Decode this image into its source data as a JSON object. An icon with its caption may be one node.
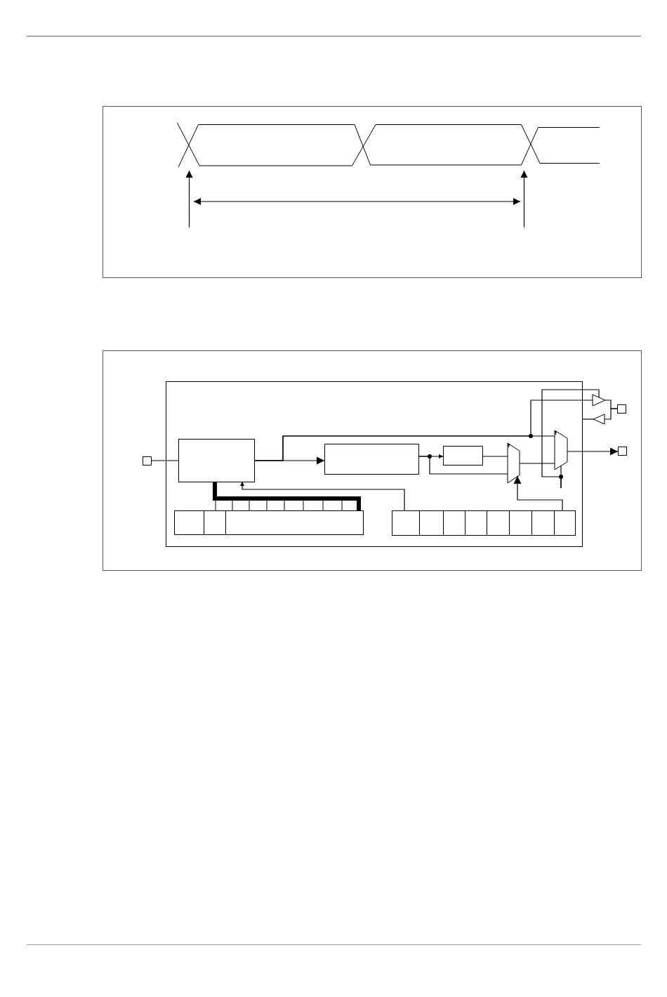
{
  "diagram": {
    "nodes": [
      {
        "text": [],
        "shape": "box"
      },
      {
        "text": [],
        "shape": "box"
      },
      {
        "text": [],
        "shape": "box",
        "in": 0
      },
      {
        "text": [],
        "shape": "box",
        "in": 0
      },
      {
        "text": [],
        "shape": "box",
        "in": 0
      },
      {
        "text": [],
        "shape": "trapezoid",
        "in": 0
      },
      {
        "text": [],
        "shape": "trapezoid",
        "in": 0
      },
      {
        "text": [],
        "shape": "box"
      },
      {
        "text": [],
        "shape": "triangle"
      },
      {
        "text": [],
        "shape": "triangle"
      },
      {
        "text": [],
        "shape": "box"
      },
      {
        "text": [],
        "shape": "box",
        "in": 0
      },
      {
        "text": [],
        "shape": "box",
        "in": 0
      }
    ],
    "edges": [
      {
        "from": 1,
        "to": 2,
        "arrow": "none"
      },
      {
        "from": 2,
        "to": 3,
        "arrow": "to"
      },
      {
        "from": 3,
        "to": 4,
        "arrow": "to"
      },
      {
        "from": 4,
        "to": 5,
        "arrow": "none"
      },
      {
        "from": 3,
        "to": 5,
        "arrow": "none"
      },
      {
        "from": 5,
        "to": 6,
        "arrow": "none"
      },
      {
        "from": 2,
        "to": 6,
        "arrow": "none"
      },
      {
        "from": 2,
        "to": 8,
        "arrow": "none"
      },
      {
        "from": 6,
        "to": 7,
        "arrow": "to"
      },
      {
        "from": 8,
        "to": 10,
        "arrow": "none"
      },
      {
        "from": 10,
        "to": 9,
        "arrow": "none"
      },
      {
        "from": 9,
        "to": 0,
        "arrow": "none"
      },
      {
        "from": null,
        "to": 6,
        "arrow": "none"
      },
      {
        "from": null,
        "to": 8,
        "arrow": "none"
      },
      {
        "from": 12,
        "to": 5,
        "arrow": "to"
      },
      {
        "from": 12,
        "to": 2,
        "arrow": "to"
      },
      {
        "from": 2,
        "to": 11,
        "arrow": "none",
        "style": "thick"
      }
    ]
  }
}
